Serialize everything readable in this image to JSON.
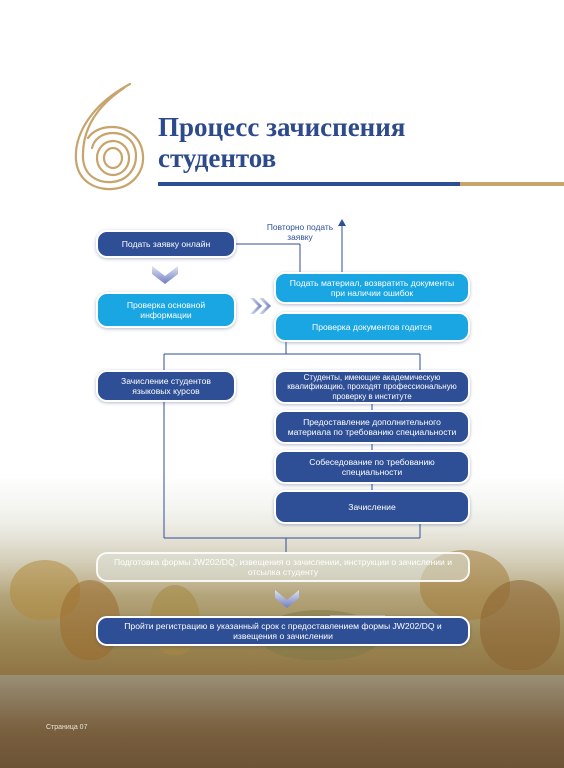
{
  "header": {
    "number_glyph": "6",
    "title_line1": "Процесс   зачиспения",
    "title_line2": "студентов"
  },
  "colors": {
    "navy": "#2e4f96",
    "cyan": "#19a6e2",
    "gold": "#c7a46c",
    "title": "#2d4b8c"
  },
  "flow": {
    "resubmit_label": "Повторно подать заявку",
    "submit_online": "Подать заявку онлайн",
    "basic_check": "Проверка основной информации",
    "submit_material": "Подать материал, возвратить документы при наличии ошибок",
    "docs_ok": "Проверка документов годится",
    "language_courses": "Зачисление студентов языковых курсов",
    "academic_qualified": "Студенты, имеющие академическую квалификацию, проходят профессиональную проверку в институте",
    "additional_material": "Предоставление дополнительного материала по  требованию специальности",
    "interview": "Собеседование по требованию специальности",
    "admission": "Зачисление",
    "prepare_form": "Подготовка формы JW202/DQ, извещения о зачислении, инструкции о зачислении и отсылка студенту",
    "register": "Пройти регистрацию в указанный срок с предоставлением формы JW202/DQ и извещения о зачислении"
  },
  "footer": {
    "page_label": "Страница 07"
  }
}
